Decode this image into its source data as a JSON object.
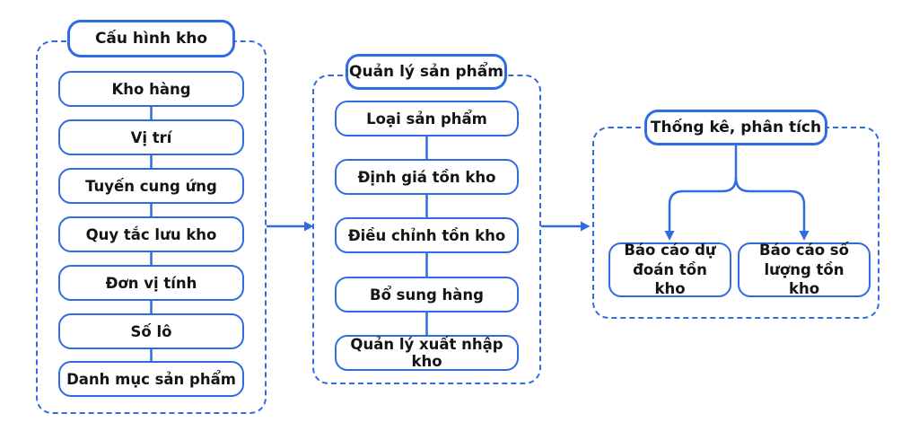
{
  "diagram": {
    "colors": {
      "line": "#2f6be2",
      "text": "#141414",
      "box_background": "#ffffff"
    },
    "groups": [
      {
        "title": "Cấu hình kho",
        "items": [
          "Kho hàng",
          "Vị trí",
          "Tuyến cung ứng",
          "Quy tắc lưu kho",
          "Đơn vị tính",
          "Số lô",
          "Danh mục sản phẩm"
        ]
      },
      {
        "title": "Quản lý sản phẩm",
        "items": [
          "Loại sản phẩm",
          "Định giá tồn kho",
          "Điều chỉnh tồn kho",
          "Bổ sung hàng",
          "Quản lý xuất nhập kho"
        ]
      },
      {
        "title": "Thống kê, phân tích",
        "items": [
          "Báo cáo dự đoán tồn kho",
          "Báo cáo số lượng tồn kho"
        ]
      }
    ]
  }
}
